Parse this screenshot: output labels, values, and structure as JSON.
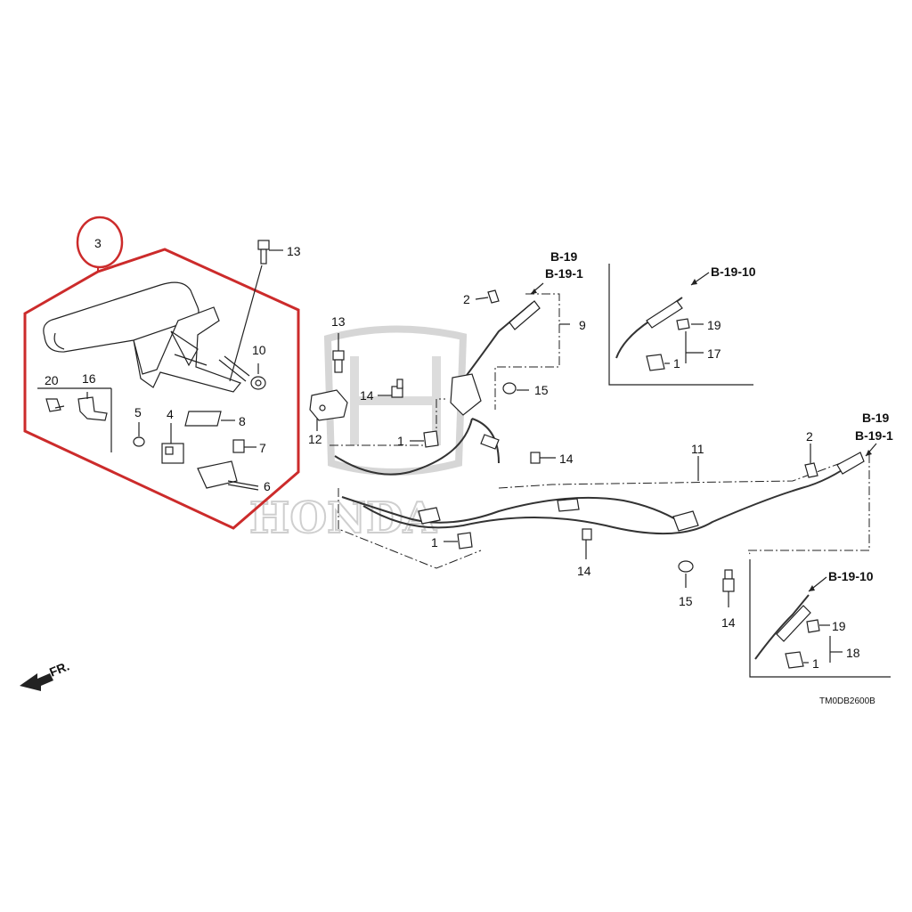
{
  "diagram": {
    "diagram_code": "TM0DB2600B",
    "direction_label": "FR.",
    "watermark": "HONDA",
    "highlight_color": "#cc2b2b",
    "highlighted_part": "3",
    "labels": {
      "p3": "3",
      "p13a": "13",
      "p13b": "13",
      "p10": "10",
      "p20": "20",
      "p16": "16",
      "p5": "5",
      "p4": "4",
      "p8": "8",
      "p7": "7",
      "p6": "6",
      "p12": "12",
      "p14a": "14",
      "p14b": "14",
      "p14c": "14",
      "p14d": "14",
      "p1a": "1",
      "p1b": "1",
      "p1c": "1",
      "p1d": "1",
      "p2a": "2",
      "p2b": "2",
      "p9": "9",
      "p15a": "15",
      "p15b": "15",
      "p11": "11",
      "p19a": "19",
      "p19b": "19",
      "p17": "17",
      "p18": "18"
    },
    "refs": {
      "r1a": "B-19",
      "r1b": "B-19-1",
      "r2a": "B-19",
      "r2b": "B-19-1",
      "r3": "B-19-10",
      "r4": "B-19-10"
    }
  }
}
